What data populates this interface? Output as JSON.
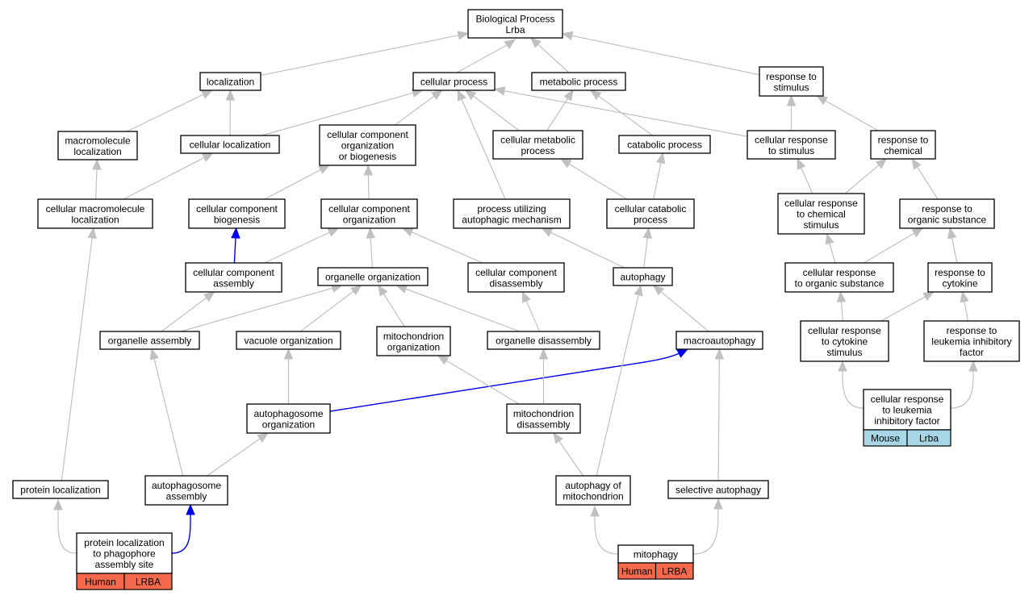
{
  "colors": {
    "edge_default": "#c0c0c0",
    "edge_highlight": "#0000ee",
    "tag_human": "#f4694b",
    "tag_mouse": "#a7d7e6"
  },
  "nodes": {
    "bp_root": [
      "Biological Process",
      "Lrba"
    ],
    "localization": [
      "localization"
    ],
    "cellular_process": [
      "cellular process"
    ],
    "metabolic_process": [
      "metabolic process"
    ],
    "response_to_stimulus": [
      "response to",
      "stimulus"
    ],
    "macromolecule_localization": [
      "macromolecule",
      "localization"
    ],
    "cellular_localization": [
      "cellular localization"
    ],
    "cc_org_biogenesis": [
      "cellular component",
      "organization",
      "or biogenesis"
    ],
    "cellular_metabolic_process": [
      "cellular metabolic",
      "process"
    ],
    "catabolic_process": [
      "catabolic process"
    ],
    "cellular_response_to_stimulus": [
      "cellular response",
      "to stimulus"
    ],
    "response_to_chemical": [
      "response to",
      "chemical"
    ],
    "cellular_macromolecule_localization": [
      "cellular macromolecule",
      "localization"
    ],
    "cc_biogenesis": [
      "cellular component",
      "biogenesis"
    ],
    "cc_organization": [
      "cellular component",
      "organization"
    ],
    "process_autophagic": [
      "process utilizing",
      "autophagic mechanism"
    ],
    "cellular_catabolic_process": [
      "cellular catabolic",
      "process"
    ],
    "cellular_response_chemical": [
      "cellular response",
      "to chemical",
      "stimulus"
    ],
    "response_organic_substance": [
      "response to",
      "organic substance"
    ],
    "cc_assembly": [
      "cellular component",
      "assembly"
    ],
    "organelle_organization": [
      "organelle organization"
    ],
    "cc_disassembly": [
      "cellular component",
      "disassembly"
    ],
    "autophagy": [
      "autophagy"
    ],
    "cellular_response_organic": [
      "cellular response",
      "to organic substance"
    ],
    "response_cytokine": [
      "response to",
      "cytokine"
    ],
    "organelle_assembly": [
      "organelle assembly"
    ],
    "vacuole_organization": [
      "vacuole organization"
    ],
    "mitochondrion_organization": [
      "mitochondrion",
      "organization"
    ],
    "organelle_disassembly": [
      "organelle disassembly"
    ],
    "macroautophagy": [
      "macroautophagy"
    ],
    "cellular_response_cytokine": [
      "cellular response",
      "to cytokine",
      "stimulus"
    ],
    "response_lif": [
      "response to",
      "leukemia inhibitory",
      "factor"
    ],
    "autophagosome_organization": [
      "autophagosome",
      "organization"
    ],
    "mitochondrion_disassembly": [
      "mitochondrion",
      "disassembly"
    ],
    "cellular_response_lif": [
      "cellular response",
      "to leukemia",
      "inhibitory factor"
    ],
    "protein_localization": [
      "protein localization"
    ],
    "autophagosome_assembly": [
      "autophagosome",
      "assembly"
    ],
    "autophagy_mitochondrion": [
      "autophagy of",
      "mitochondrion"
    ],
    "selective_autophagy": [
      "selective autophagy"
    ],
    "protein_loc_phagophore": [
      "protein localization",
      "to phagophore",
      "assembly site"
    ],
    "mitophagy": [
      "mitophagy"
    ]
  },
  "tags": {
    "cellular_response_lif": [
      "Mouse",
      "Lrba"
    ],
    "protein_loc_phagophore": [
      "Human",
      "LRBA"
    ],
    "mitophagy": [
      "Human",
      "LRBA"
    ]
  },
  "edges": [
    [
      "localization",
      "bp_root",
      "grey"
    ],
    [
      "cellular_process",
      "bp_root",
      "grey"
    ],
    [
      "metabolic_process",
      "bp_root",
      "grey"
    ],
    [
      "response_to_stimulus",
      "bp_root",
      "grey"
    ],
    [
      "macromolecule_localization",
      "localization",
      "grey"
    ],
    [
      "cellular_localization",
      "localization",
      "grey"
    ],
    [
      "cellular_localization",
      "cellular_process",
      "grey"
    ],
    [
      "cc_org_biogenesis",
      "cellular_process",
      "grey"
    ],
    [
      "cellular_metabolic_process",
      "cellular_process",
      "grey"
    ],
    [
      "cellular_metabolic_process",
      "metabolic_process",
      "grey"
    ],
    [
      "catabolic_process",
      "metabolic_process",
      "grey"
    ],
    [
      "cellular_response_to_stimulus",
      "cellular_process",
      "grey"
    ],
    [
      "cellular_response_to_stimulus",
      "response_to_stimulus",
      "grey"
    ],
    [
      "response_to_chemical",
      "response_to_stimulus",
      "grey"
    ],
    [
      "cellular_macromolecule_localization",
      "macromolecule_localization",
      "grey"
    ],
    [
      "cellular_macromolecule_localization",
      "cellular_localization",
      "grey"
    ],
    [
      "cc_biogenesis",
      "cc_org_biogenesis",
      "grey"
    ],
    [
      "cc_organization",
      "cc_org_biogenesis",
      "grey"
    ],
    [
      "process_autophagic",
      "cellular_process",
      "grey"
    ],
    [
      "cellular_catabolic_process",
      "cellular_metabolic_process",
      "grey"
    ],
    [
      "cellular_catabolic_process",
      "catabolic_process",
      "grey"
    ],
    [
      "cellular_response_chemical",
      "cellular_response_to_stimulus",
      "grey"
    ],
    [
      "cellular_response_chemical",
      "response_to_chemical",
      "grey"
    ],
    [
      "response_organic_substance",
      "response_to_chemical",
      "grey"
    ],
    [
      "cc_assembly",
      "cc_biogenesis",
      "blue"
    ],
    [
      "cc_assembly",
      "cc_organization",
      "grey"
    ],
    [
      "organelle_organization",
      "cc_organization",
      "grey"
    ],
    [
      "cc_disassembly",
      "cc_organization",
      "grey"
    ],
    [
      "autophagy",
      "process_autophagic",
      "grey"
    ],
    [
      "autophagy",
      "cellular_catabolic_process",
      "grey"
    ],
    [
      "cellular_response_organic",
      "cellular_response_chemical",
      "grey"
    ],
    [
      "cellular_response_organic",
      "response_organic_substance",
      "grey"
    ],
    [
      "response_cytokine",
      "response_organic_substance",
      "grey"
    ],
    [
      "organelle_assembly",
      "cc_assembly",
      "grey"
    ],
    [
      "organelle_assembly",
      "organelle_organization",
      "grey"
    ],
    [
      "vacuole_organization",
      "organelle_organization",
      "grey"
    ],
    [
      "mitochondrion_organization",
      "organelle_organization",
      "grey"
    ],
    [
      "organelle_disassembly",
      "organelle_organization",
      "grey"
    ],
    [
      "organelle_disassembly",
      "cc_disassembly",
      "grey"
    ],
    [
      "macroautophagy",
      "autophagy",
      "grey"
    ],
    [
      "cellular_response_cytokine",
      "cellular_response_organic",
      "grey"
    ],
    [
      "cellular_response_cytokine",
      "response_cytokine",
      "grey"
    ],
    [
      "response_lif",
      "response_cytokine",
      "grey"
    ],
    [
      "autophagosome_organization",
      "vacuole_organization",
      "grey"
    ],
    [
      "autophagosome_organization",
      "macroautophagy",
      "blue"
    ],
    [
      "mitochondrion_disassembly",
      "mitochondrion_organization",
      "grey"
    ],
    [
      "mitochondrion_disassembly",
      "organelle_disassembly",
      "grey"
    ],
    [
      "cellular_response_lif",
      "cellular_response_cytokine",
      "grey"
    ],
    [
      "cellular_response_lif",
      "response_lif",
      "grey"
    ],
    [
      "protein_localization",
      "cellular_macromolecule_localization",
      "grey"
    ],
    [
      "autophagosome_assembly",
      "organelle_assembly",
      "grey"
    ],
    [
      "autophagosome_assembly",
      "autophagosome_organization",
      "grey"
    ],
    [
      "autophagy_mitochondrion",
      "mitochondrion_disassembly",
      "grey"
    ],
    [
      "autophagy_mitochondrion",
      "autophagy",
      "grey"
    ],
    [
      "selective_autophagy",
      "macroautophagy",
      "grey"
    ],
    [
      "protein_loc_phagophore",
      "protein_localization",
      "grey"
    ],
    [
      "protein_loc_phagophore",
      "autophagosome_assembly",
      "blue"
    ],
    [
      "mitophagy",
      "autophagy_mitochondrion",
      "grey"
    ],
    [
      "mitophagy",
      "selective_autophagy",
      "grey"
    ]
  ]
}
